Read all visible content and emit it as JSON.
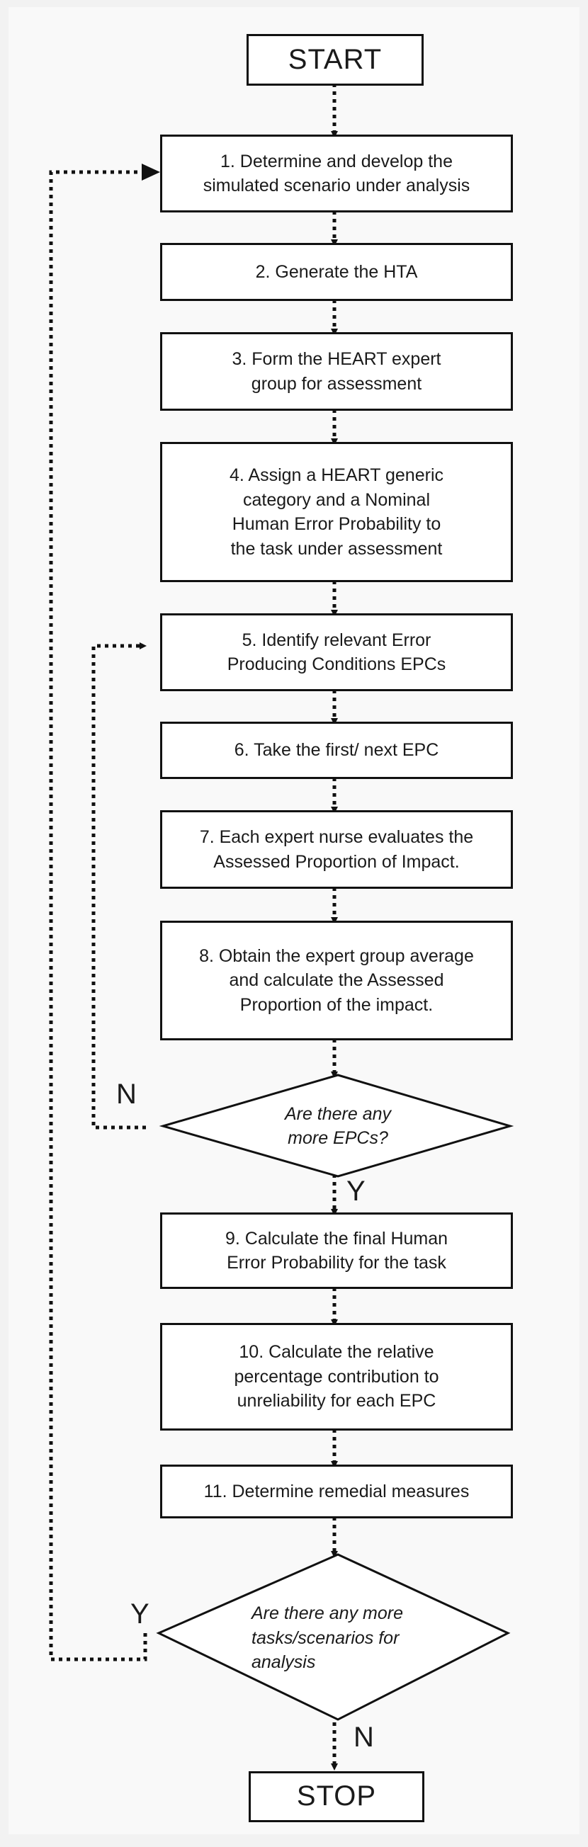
{
  "terminals": {
    "start": "START",
    "stop": "STOP"
  },
  "steps": [
    "1. Determine and develop the\nsimulated scenario under analysis",
    "2. Generate the HTA",
    "3. Form the HEART expert\ngroup for assessment",
    "4. Assign a HEART generic\ncategory and a Nominal\nHuman Error Probability to\nthe task under assessment",
    "5. Identify relevant Error\nProducing Conditions EPCs",
    "6. Take the first/ next EPC",
    "7. Each expert nurse evaluates the\nAssessed Proportion of Impact.",
    "8. Obtain the expert group average\nand calculate the Assessed\nProportion of the impact.",
    "9. Calculate the final Human\nError Probability for the task",
    "10. Calculate the relative\npercentage contribution to\nunreliability for each EPC",
    "11. Determine remedial measures"
  ],
  "decisions": [
    {
      "question": "Are there any\nmore EPCs?",
      "no_label": "N",
      "yes_label": "Y"
    },
    {
      "question": "Are there any more\ntasks/scenarios for\nanalysis",
      "yes_label": "Y",
      "no_label": "N"
    }
  ]
}
